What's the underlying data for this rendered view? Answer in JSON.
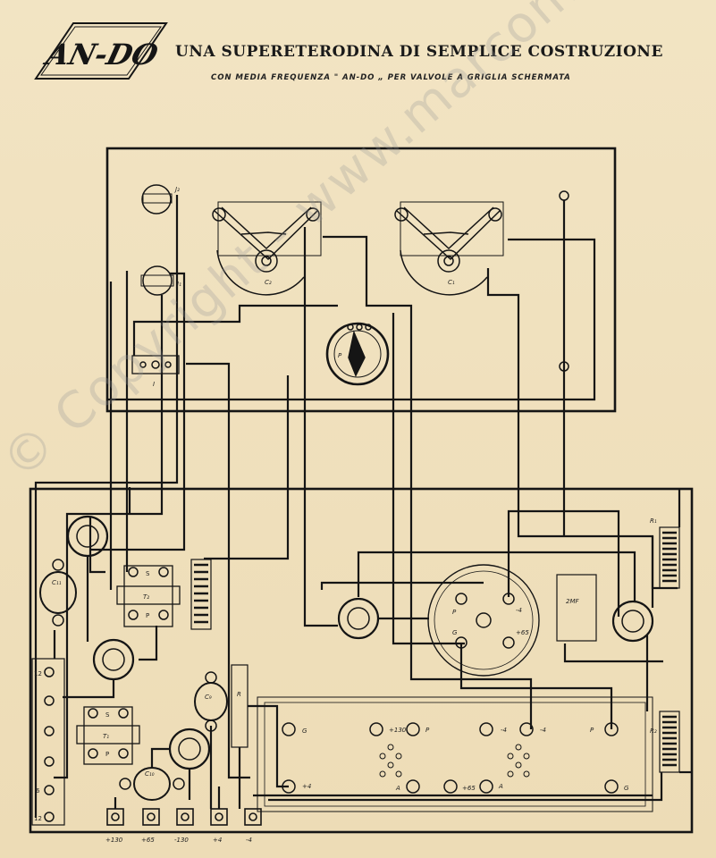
{
  "header": {
    "logo_text": "AN-DO",
    "title": "UNA SUPERETERODINA DI SEMPLICE COSTRUZIONE",
    "subtitle": "CON MEDIA FREQUENZA \" AN-DO „ PER VALVOLE A GRIGLIA SCHERMATA"
  },
  "watermark": "© Copyright - www.marcomanfredini.it",
  "panel_labels": {
    "j2": "J₂",
    "j1": "J₁",
    "c2": "C₂",
    "c1": "C₁",
    "p": "P",
    "i": "I"
  },
  "chassis_labels": {
    "r1": "R₁",
    "r2": "R₂",
    "c11": "C₁₁",
    "c9": "C₉",
    "c10": "C₁₀",
    "r": "R",
    "t2": "T₂",
    "t1": "T₁",
    "t2_s": "S",
    "t2_p": "P",
    "t1_s": "S",
    "t1_p": "P",
    "can_p": "P",
    "can_m4": "-4",
    "can_g": "G",
    "can_p65": "+65",
    "cap_2mf": "2MF",
    "side_12a": "12",
    "side_6": "6",
    "side_12b": "12"
  },
  "strip_labels": {
    "g1": "G",
    "p130": "+130",
    "p1": "P",
    "m4a": "-4",
    "m4b": "-4",
    "p2": "P",
    "p4": "+4",
    "a1": "A",
    "p65": "+65",
    "a2": "A",
    "g2": "G"
  },
  "terminals": [
    "+130",
    "+65",
    "-130",
    "+4",
    "-4"
  ],
  "colors": {
    "ink": "#151515",
    "paper": "#efe0bd"
  }
}
